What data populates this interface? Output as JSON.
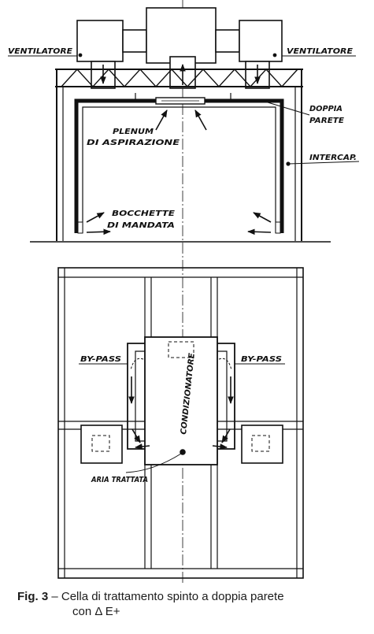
{
  "labels": {
    "ventilatore_left": "VENTILATORE",
    "ventilatore_right": "VENTILATORE",
    "doppia": "DOPPIA",
    "parete": "PARETE",
    "intercap": "INTERCAP.",
    "plenum1": "PLENUM",
    "plenum2": "DI ASPIRAZIONE",
    "bocchette1": "BOCCHETTE",
    "bocchette2": "DI MANDATA",
    "bypass_left": "BY-PASS",
    "bypass_right": "BY-PASS",
    "condizionatore": "CONDIZIONATORE",
    "aria": "ARIA TRATTATA"
  },
  "caption": {
    "number": "Fig. 3",
    "dash": "–",
    "text": "Cella di trattamento spinto a doppia parete",
    "line2": "con Δ E+"
  }
}
